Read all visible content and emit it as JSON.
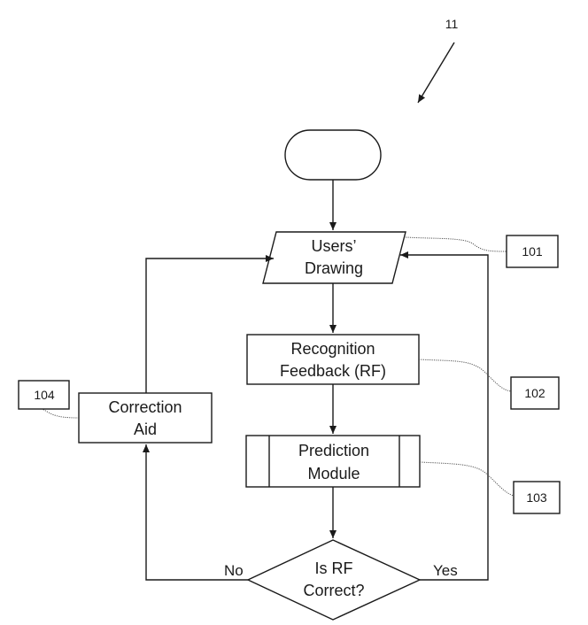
{
  "figure_number": "11",
  "nodes": {
    "start": "",
    "users_drawing": [
      "Users’",
      "Drawing"
    ],
    "recognition_feedback": [
      "Recognition",
      "Feedback (RF)"
    ],
    "prediction_module": [
      "Prediction",
      "Module"
    ],
    "correction_aid": [
      "Correction",
      "Aid"
    ],
    "decision": [
      "Is RF",
      "Correct?"
    ]
  },
  "branches": {
    "no": "No",
    "yes": "Yes"
  },
  "references": {
    "users_drawing": "101",
    "recognition_feedback": "102",
    "prediction_module": "103",
    "correction_aid": "104"
  }
}
